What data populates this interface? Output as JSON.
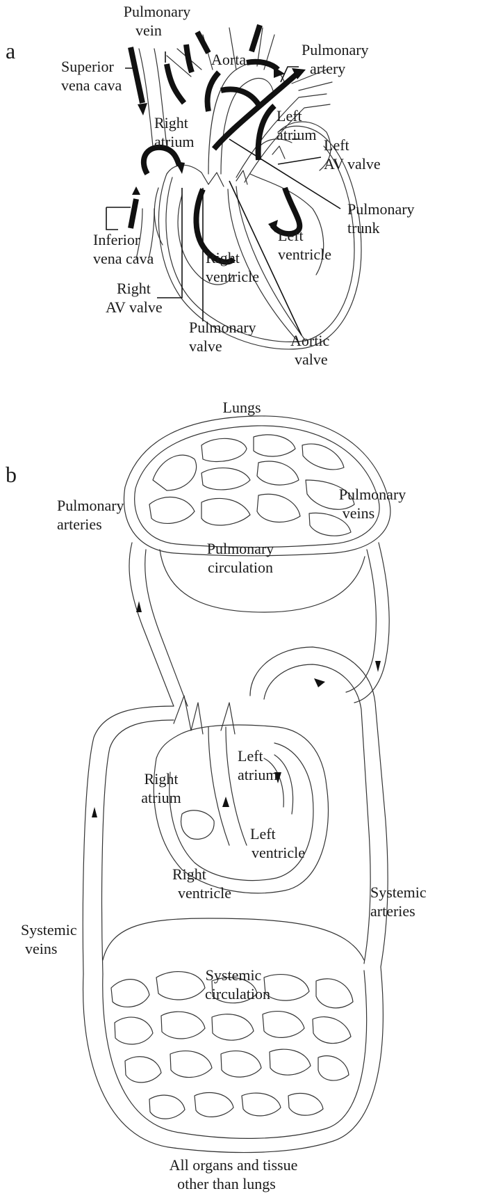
{
  "panels": {
    "a": "a",
    "b": "b"
  },
  "heart_labels": {
    "pulmonary_vein": [
      "Pulmonary",
      "vein"
    ],
    "aorta": "Aorta",
    "pulmonary_artery": [
      "Pulmonary",
      "artery"
    ],
    "superior_vena_cava": [
      "Superior",
      "vena cava"
    ],
    "right_atrium": [
      "Right",
      "atrium"
    ],
    "left_atrium": [
      "Left",
      "atrium"
    ],
    "left_av_valve": [
      "Left",
      "AV valve"
    ],
    "pulmonary_trunk": [
      "Pulmonary",
      "trunk"
    ],
    "inferior_vena_cava": [
      "Inferior",
      "vena cava"
    ],
    "left_ventricle": [
      "Left",
      "ventricle"
    ],
    "right_ventricle": [
      "Right",
      "ventricle"
    ],
    "right_av_valve": [
      "Right",
      "AV valve"
    ],
    "pulmonary_valve": [
      "Pulmonary",
      "valve"
    ],
    "aortic_valve": [
      "Aortic",
      "valve"
    ]
  },
  "circulation_labels": {
    "lungs": "Lungs",
    "pulmonary_arteries": [
      "Pulmonary",
      "arteries"
    ],
    "pulmonary_veins": [
      "Pulmonary",
      "veins"
    ],
    "pulmonary_circulation": [
      "Pulmonary",
      "circulation"
    ],
    "left_atrium": [
      "Left",
      "atrium"
    ],
    "right_atrium": [
      "Right",
      "atrium"
    ],
    "left_ventricle": [
      "Left",
      "ventricle"
    ],
    "right_ventricle": [
      "Right",
      "ventricle"
    ],
    "systemic_arteries": [
      "Systemic",
      "arteries"
    ],
    "systemic_veins": [
      "Systemic",
      "veins"
    ],
    "systemic_circulation": [
      "Systemic",
      "circulation"
    ],
    "organs": [
      "All organs and tissue",
      "other than lungs"
    ]
  }
}
